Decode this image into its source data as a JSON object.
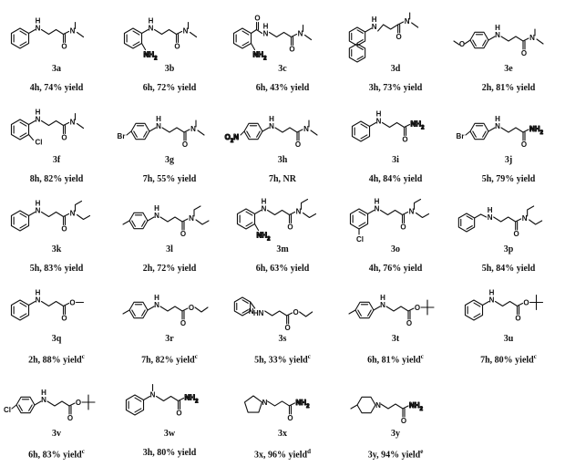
{
  "compounds": [
    {
      "label": "3a",
      "conditions": "4h, 74% yield",
      "note": ""
    },
    {
      "label": "3b",
      "conditions": "6h,  72% yield",
      "note": ""
    },
    {
      "label": "3c",
      "conditions": "6h, 43% yield",
      "note": ""
    },
    {
      "label": "3d",
      "conditions": "3h, 73% yield",
      "note": ""
    },
    {
      "label": "3e",
      "conditions": "2h, 81% yield",
      "note": ""
    },
    {
      "label": "3f",
      "conditions": "8h, 82% yield",
      "note": ""
    },
    {
      "label": "3g",
      "conditions": "7h, 55% yield",
      "note": ""
    },
    {
      "label": "3h",
      "conditions": "7h, NR",
      "note": ""
    },
    {
      "label": "3i",
      "conditions": "4h, 84% yield",
      "note": ""
    },
    {
      "label": "3j",
      "conditions": "5h, 79% yield",
      "note": ""
    },
    {
      "label": "3k",
      "conditions": "5h, 83% yield",
      "note": ""
    },
    {
      "label": "3l",
      "conditions": "2h, 72% yield",
      "note": ""
    },
    {
      "label": "3m",
      "conditions": "6h, 63% yield",
      "note": ""
    },
    {
      "label": "3o",
      "conditions": "4h, 76% yield",
      "note": ""
    },
    {
      "label": "3p",
      "conditions": "5h, 84% yield",
      "note": ""
    },
    {
      "label": "3q",
      "conditions": "2h, 88% yield",
      "note": "c"
    },
    {
      "label": "3r",
      "conditions": "7h, 82% yield",
      "note": "c"
    },
    {
      "label": "3s",
      "conditions": "5h, 33% yield",
      "note": "c"
    },
    {
      "label": "3t",
      "conditions": "6h, 81% yield",
      "note": "c"
    },
    {
      "label": "3u",
      "conditions": "7h, 80% yield",
      "note": "c"
    },
    {
      "label": "3v",
      "conditions": "6h, 83% yield",
      "note": "c"
    },
    {
      "label": "3w",
      "conditions": "3h, 80% yield",
      "note": ""
    },
    {
      "label": "3x",
      "conditions": "3x, 96% yield",
      "note": "d"
    },
    {
      "label": "3y",
      "conditions": "3y, 94% yield",
      "note": "e"
    }
  ],
  "atoms": {
    "nh": "H",
    "n": "N",
    "o": "O",
    "nh2": "NH",
    "nh2_sub": "2",
    "cl": "Cl",
    "br": "Br",
    "o2n": "O",
    "o2n_sub": "2",
    "o2n_n": "N"
  }
}
